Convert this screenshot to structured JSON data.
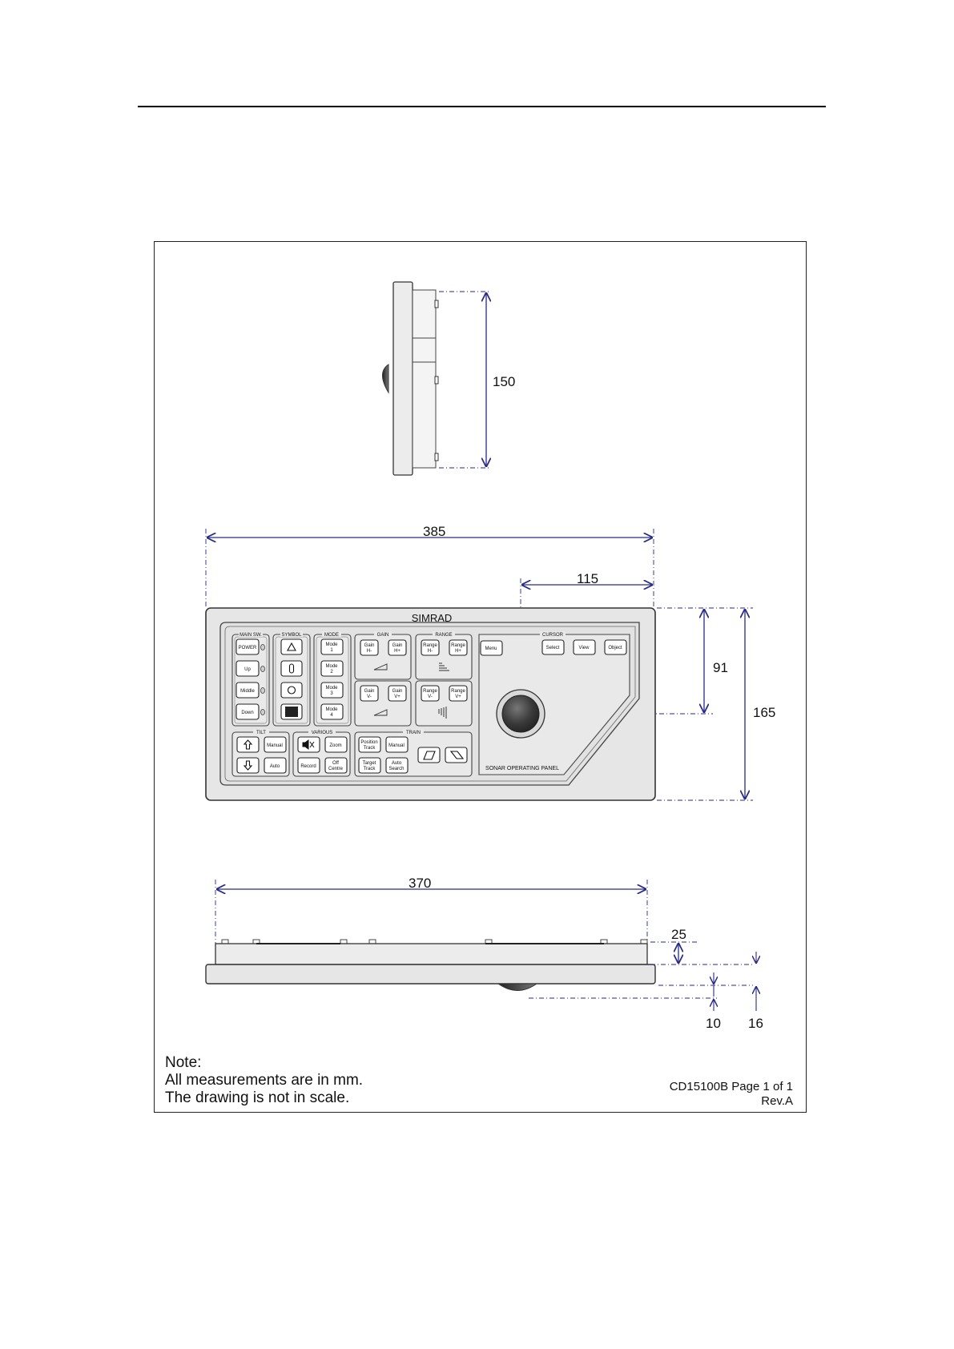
{
  "panel": {
    "brand": "SIMRAD",
    "footer_label": "SONAR OPERATING PANEL",
    "groups": {
      "main_sw": "MAIN SW.",
      "symbol": "SYMBOL",
      "mode": "MODE",
      "gain": "GAIN",
      "range": "RANGE",
      "cursor": "CURSOR",
      "tilt": "TILT",
      "various": "VARIOUS",
      "train": "TRAIN"
    },
    "buttons": {
      "power": "POWER",
      "up": "Up",
      "middle": "Middle",
      "down": "Down",
      "mode1": [
        "Mode",
        "1"
      ],
      "mode2": [
        "Mode",
        "2"
      ],
      "mode3": [
        "Mode",
        "3"
      ],
      "mode4": [
        "Mode",
        "4"
      ],
      "gain_h_minus": [
        "Gain",
        "H-"
      ],
      "gain_h_plus": [
        "Gain",
        "H+"
      ],
      "gain_v_minus": [
        "Gain",
        "V-"
      ],
      "gain_v_plus": [
        "Gain",
        "V+"
      ],
      "range_h_minus": [
        "Range",
        "H-"
      ],
      "range_h_plus": [
        "Range",
        "H+"
      ],
      "range_v_minus": [
        "Range",
        "V-"
      ],
      "range_v_plus": [
        "Range",
        "V+"
      ],
      "menu": "Menu",
      "select": "Select",
      "view": "View",
      "object": "Object",
      "tilt_manual": "Manual",
      "tilt_auto": "Auto",
      "zoom": "Zoom",
      "record": "Record",
      "off_centre": [
        "Off",
        "Centre"
      ],
      "position_track": [
        "Position",
        "Track"
      ],
      "train_manual": "Manual",
      "target_track": [
        "Target",
        "Track"
      ],
      "auto_search": [
        "Auto",
        "Search"
      ]
    }
  },
  "dimensions": {
    "side_height": "150",
    "front_width": "385",
    "trackball_offset": "115",
    "trackball_height": "91",
    "front_height": "165",
    "bottom_width": "370",
    "depth_top": "25",
    "depth_bottom": "10",
    "depth_total": "16"
  },
  "note": {
    "heading": "Note:",
    "line1": "All measurements are in mm.",
    "line2": "The drawing is not in scale."
  },
  "doc_ref": {
    "line1": "CD15100B Page 1 of 1",
    "line2": "Rev.A"
  },
  "colors": {
    "dimension": "#2a2a8a",
    "panel_fill": "#e6e6e6",
    "outline": "#333333"
  }
}
